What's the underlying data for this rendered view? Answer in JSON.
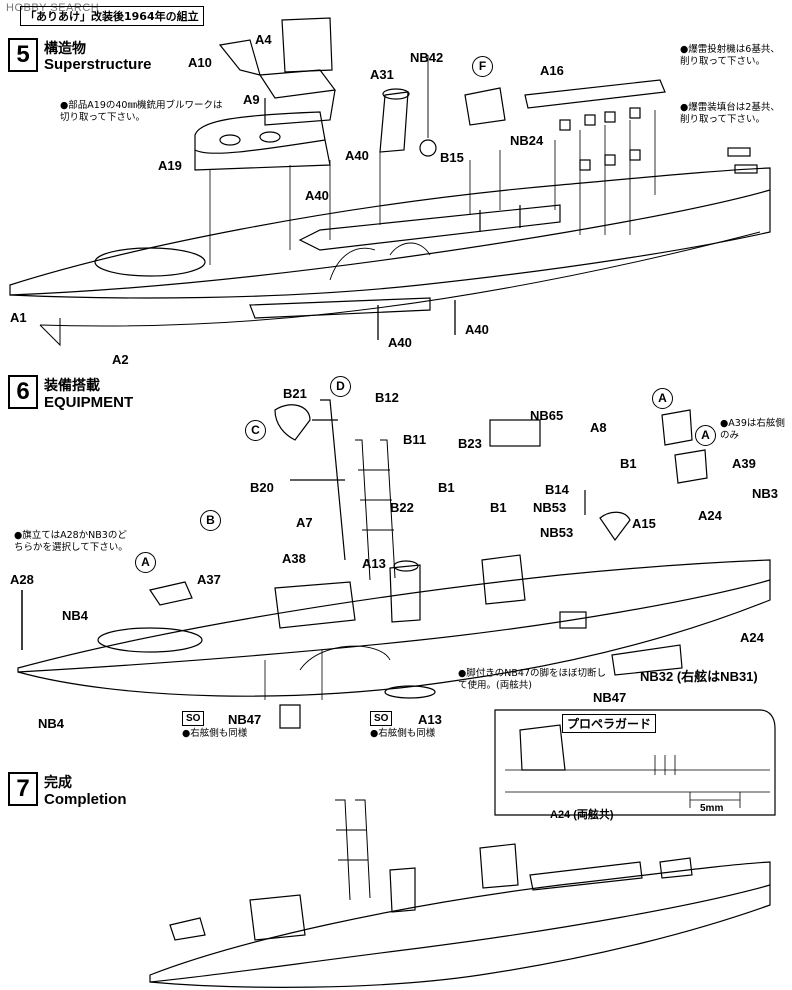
{
  "header": {
    "watermark": "HOBBY SEARCH",
    "title": "「ありあけ」改装後1964年の組立"
  },
  "step5": {
    "number": "5",
    "title_jp": "構造物",
    "title_en": "Superstructure",
    "note_a19": "●部品A19の40㎜機銃用ブルワークは切り取って下さい。",
    "note_launcher": "●爆雷投射機は6基共、削り取って下さい。",
    "note_rack": "●爆雷装填台は2基共、削り取って下さい。",
    "labels": {
      "a4": "A4",
      "a10": "A10",
      "a9": "A9",
      "a19": "A19",
      "a31": "A31",
      "nb42": "NB42",
      "f": "F",
      "a16": "A16",
      "a40_1": "A40",
      "a40_2": "A40",
      "a40_3": "A40",
      "a40_4": "A40",
      "b15": "B15",
      "nb24": "NB24",
      "a1": "A1",
      "a2": "A2"
    }
  },
  "step6": {
    "number": "6",
    "title_jp": "装備搭載",
    "title_en": "EQUIPMENT",
    "note_flagpole": "●旗立てはA28かNB3のどちらかを選択して下さい。",
    "note_a39": "●A39は右舷側のみ",
    "note_nb47": "●脚付きのNB47の脚をほぼ切断して使用。(両舷共)",
    "note_so1": "●右舷側も同様",
    "note_so2": "●右舷側も同様",
    "so": "SO",
    "propeller_guard": "プロペラガード",
    "prop_label": "A24 (両舷共)",
    "prop_dim": "5mm",
    "labels": {
      "b21": "B21",
      "d": "D",
      "b12": "B12",
      "c": "C",
      "b11": "B11",
      "nb65": "NB65",
      "a8": "A8",
      "a_circ_1": "A",
      "a_circ_2": "A",
      "a_circ_3": "A",
      "b23": "B23",
      "b1_1": "B1",
      "b1_2": "B1",
      "b1_3": "B1",
      "b20": "B20",
      "b22": "B22",
      "b14": "B14",
      "nb53_1": "NB53",
      "nb53_2": "NB53",
      "a15": "A15",
      "a24_1": "A24",
      "a24_2": "A24",
      "a39": "A39",
      "nb3": "NB3",
      "a7": "A7",
      "b_circ": "B",
      "a37": "A37",
      "a38": "A38",
      "a13_1": "A13",
      "a13_2": "A13",
      "a28": "A28",
      "nb4_1": "NB4",
      "nb4_2": "NB4",
      "nb47_1": "NB47",
      "nb47_2": "NB47",
      "nb32": "NB32 (右舷はNB31)"
    }
  },
  "step7": {
    "number": "7",
    "title_jp": "完成",
    "title_en": "Completion"
  }
}
